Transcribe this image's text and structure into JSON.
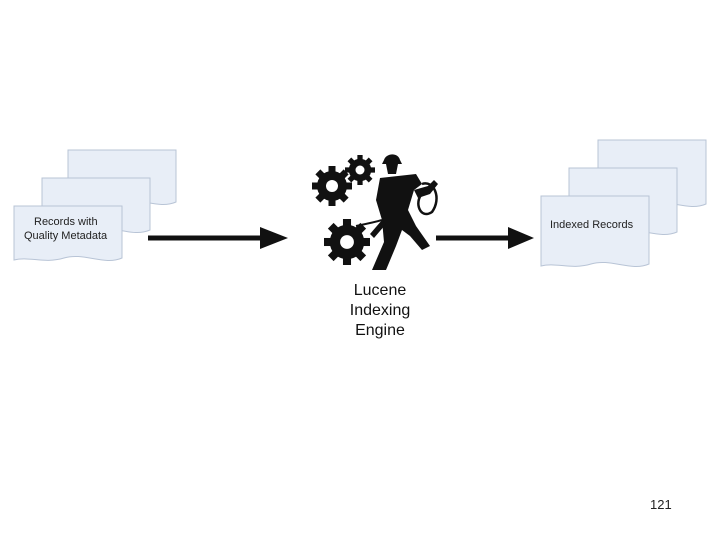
{
  "input_docs": {
    "label_line1": "Records with",
    "label_line2": "Quality Metadata"
  },
  "engine": {
    "line1": "Lucene",
    "line2": "Indexing",
    "line3": "Engine"
  },
  "output_docs": {
    "label": "Indexed Records"
  },
  "colors": {
    "doc_fill": "#e8eef7",
    "doc_stroke": "#b8c4d6",
    "arrow": "#111111"
  },
  "page_number": "121"
}
